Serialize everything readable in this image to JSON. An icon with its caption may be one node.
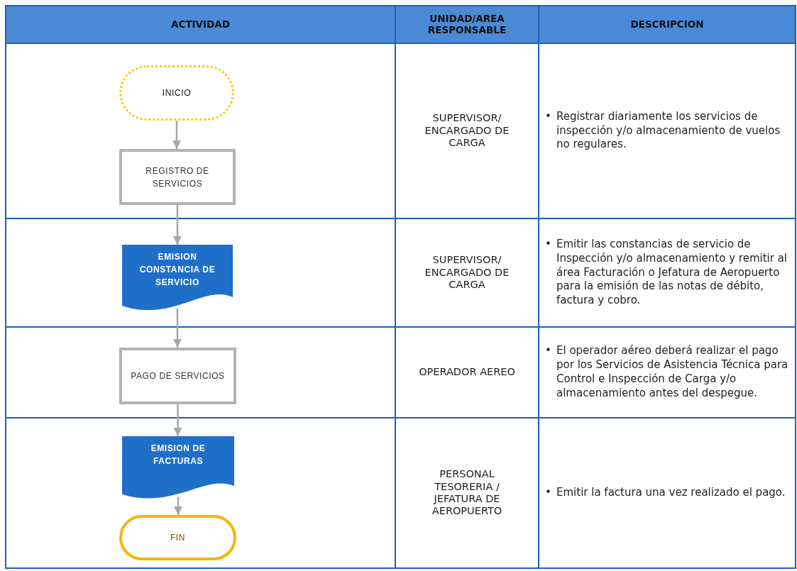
{
  "diagram": {
    "nodes": [
      {
        "text": [
          "INICIO"
        ]
      },
      {
        "text": [
          "REGISTRO DE SERVICIOS"
        ]
      },
      {
        "text": [
          "EMISION CONSTANCIA DE SERVICIO"
        ]
      },
      {
        "text": [
          "PAGO DE SERVICIOS"
        ]
      },
      {
        "text": [
          "EMISION DE FACTURAS"
        ]
      },
      {
        "text": [
          "FIN"
        ]
      }
    ],
    "edges": [
      {
        "from": 0,
        "to": 1,
        "arrow": "to"
      },
      {
        "from": 1,
        "to": 2,
        "arrow": "to"
      },
      {
        "from": 2,
        "to": 3,
        "arrow": "to"
      },
      {
        "from": 3,
        "to": 4,
        "arrow": "to"
      },
      {
        "from": 4,
        "to": 5,
        "arrow": "to"
      }
    ],
    "labels": [
      "ACTIVIDAD",
      "UNIDAD/AREA RESPONSABLE",
      "DESCRIPCION",
      "SUPERVISOR/ ENCARGADO DE CARGA",
      "•",
      "Registrar diariamente los servicios de inspección y/o almacenamiento de vuelos no regulares.",
      "SUPERVISOR/ ENCARGADO DE CARGA",
      "•",
      "Emitir las constancias de servicio de Inspección y/o almacenamiento y remitir al área Facturación o Jefatura de Aeropuerto para la emisión de las notas de débito, factura y cobro.",
      "OPERADOR AEREO",
      "•",
      "El operador aéreo deberá realizar el pago por los Servicios de Asistencia Técnica para Control e Inspección de Carga y/o almacenamiento antes del despegue.",
      "PERSONAL TESORERIA / JEFATURA DE AEROPUERTO",
      "•",
      "Emitir la factura una vez realizado el pago."
    ]
  }
}
